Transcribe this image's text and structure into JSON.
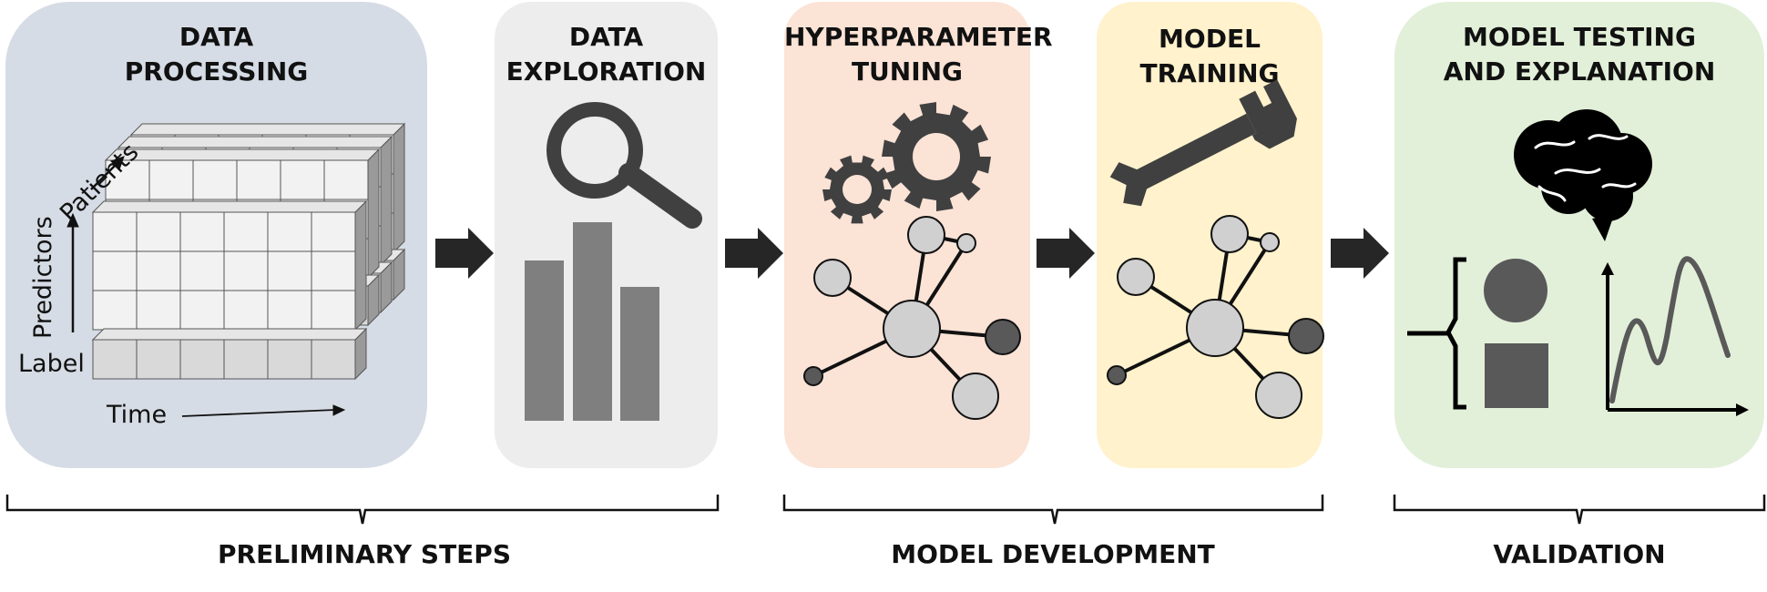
{
  "panels": [
    {
      "id": "data-processing",
      "title_lines": [
        "DATA",
        "PROCESSING"
      ],
      "color": "#d6dce5"
    },
    {
      "id": "data-exploration",
      "title_lines": [
        "DATA",
        "EXPLORATION"
      ],
      "color": "#ededed"
    },
    {
      "id": "hyperparameter-tuning",
      "title_lines": [
        "HYPERPARAMETER",
        "TUNING"
      ],
      "color": "#fbe3d6"
    },
    {
      "id": "model-training",
      "title_lines": [
        "MODEL",
        "TRAINING"
      ],
      "color": "#fff2cc"
    },
    {
      "id": "model-testing",
      "title_lines": [
        "MODEL TESTING",
        "AND EXPLANATION"
      ],
      "color": "#e2f0d9"
    }
  ],
  "axis_labels": {
    "patients": "Patients",
    "predictors": "Predictors",
    "label": "Label",
    "time": "Time"
  },
  "phases": {
    "preliminary": "PRELIMINARY STEPS",
    "development": "MODEL DEVELOPMENT",
    "validation": "VALIDATION"
  },
  "icons": {
    "exploration": [
      "magnifier-icon",
      "bar-chart-icon"
    ],
    "tuning": [
      "gears-icon",
      "network-icon"
    ],
    "training": [
      "wrench-icon",
      "network-icon"
    ],
    "testing": [
      "brain-icon",
      "circle-icon",
      "square-icon",
      "curve-plot-icon"
    ]
  },
  "colors": {
    "arrow": "#262626",
    "icon_dark": "#404040",
    "bar_fill": "#7f7f7f",
    "node_light": "#d0d0d0",
    "node_dark": "#595959"
  }
}
